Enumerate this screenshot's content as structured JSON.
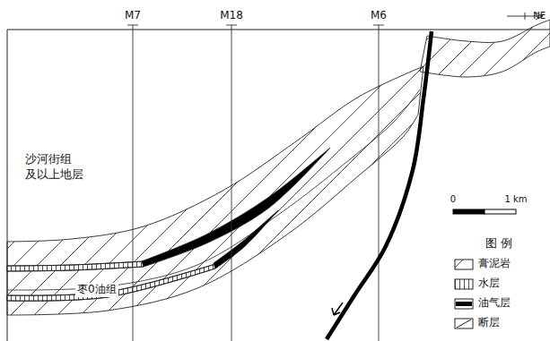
{
  "diagram": {
    "labels": [
      "M7",
      "M18",
      "M6",
      "NE",
      "沙河街组 及以上地层",
      "枣0油组",
      "0",
      "1 km",
      "图 例"
    ],
    "legend": [
      {
        "text": "膏泥岩"
      },
      {
        "text": "水层"
      },
      {
        "text": "油气层",
        "color": "#000000"
      },
      {
        "text": "断层"
      }
    ]
  }
}
